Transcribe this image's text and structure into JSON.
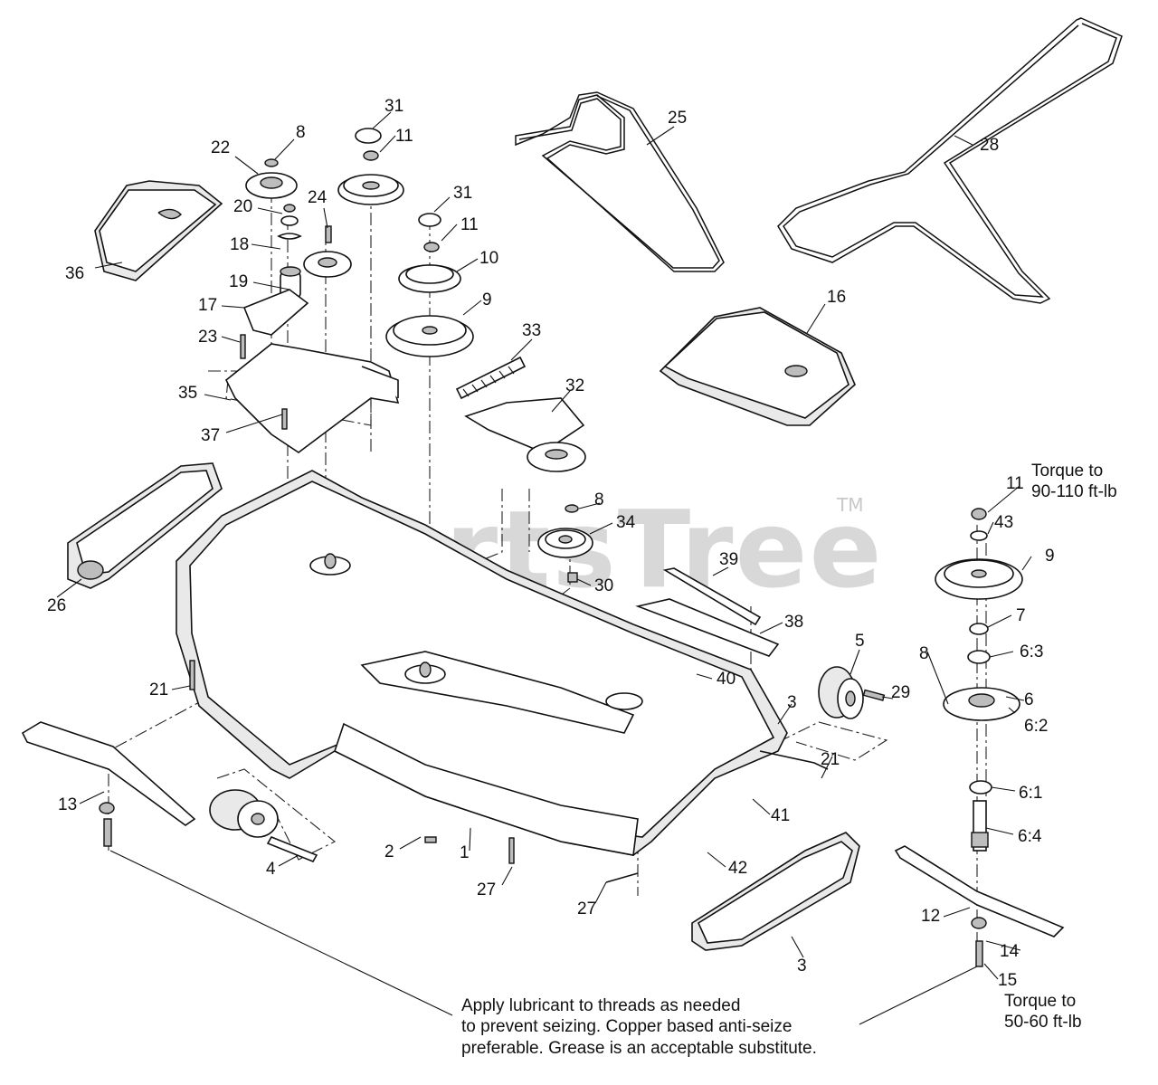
{
  "watermark": {
    "text": "PartsTree",
    "tm": "TM"
  },
  "callouts": [
    {
      "id": "31a",
      "text": "31"
    },
    {
      "id": "11a",
      "text": "11"
    },
    {
      "id": "22",
      "text": "22"
    },
    {
      "id": "8a",
      "text": "8"
    },
    {
      "id": "25",
      "text": "25"
    },
    {
      "id": "28",
      "text": "28"
    },
    {
      "id": "20",
      "text": "20"
    },
    {
      "id": "24",
      "text": "24"
    },
    {
      "id": "31b",
      "text": "31"
    },
    {
      "id": "11b",
      "text": "11"
    },
    {
      "id": "18",
      "text": "18"
    },
    {
      "id": "36",
      "text": "36"
    },
    {
      "id": "10",
      "text": "10"
    },
    {
      "id": "19",
      "text": "19"
    },
    {
      "id": "9a",
      "text": "9"
    },
    {
      "id": "17",
      "text": "17"
    },
    {
      "id": "16",
      "text": "16"
    },
    {
      "id": "33",
      "text": "33"
    },
    {
      "id": "23",
      "text": "23"
    },
    {
      "id": "35",
      "text": "35"
    },
    {
      "id": "32",
      "text": "32"
    },
    {
      "id": "37",
      "text": "37"
    },
    {
      "id": "11c",
      "text": "11"
    },
    {
      "id": "8b",
      "text": "8"
    },
    {
      "id": "34",
      "text": "34"
    },
    {
      "id": "43",
      "text": "43"
    },
    {
      "id": "30",
      "text": "30"
    },
    {
      "id": "39",
      "text": "39"
    },
    {
      "id": "9b",
      "text": "9"
    },
    {
      "id": "26",
      "text": "26"
    },
    {
      "id": "38",
      "text": "38"
    },
    {
      "id": "7",
      "text": "7"
    },
    {
      "id": "5",
      "text": "5"
    },
    {
      "id": "8c",
      "text": "8"
    },
    {
      "id": "6_3",
      "text": "6:3"
    },
    {
      "id": "40",
      "text": "40"
    },
    {
      "id": "21a",
      "text": "21"
    },
    {
      "id": "29",
      "text": "29"
    },
    {
      "id": "3a",
      "text": "3"
    },
    {
      "id": "6",
      "text": "6"
    },
    {
      "id": "6_2",
      "text": "6:2"
    },
    {
      "id": "21b",
      "text": "21"
    },
    {
      "id": "13",
      "text": "13"
    },
    {
      "id": "6_1",
      "text": "6:1"
    },
    {
      "id": "41",
      "text": "41"
    },
    {
      "id": "2",
      "text": "2"
    },
    {
      "id": "1",
      "text": "1"
    },
    {
      "id": "6_4",
      "text": "6:4"
    },
    {
      "id": "4",
      "text": "4"
    },
    {
      "id": "42",
      "text": "42"
    },
    {
      "id": "27a",
      "text": "27"
    },
    {
      "id": "27b",
      "text": "27"
    },
    {
      "id": "12",
      "text": "12"
    },
    {
      "id": "14",
      "text": "14"
    },
    {
      "id": "3b",
      "text": "3"
    },
    {
      "id": "15",
      "text": "15"
    }
  ],
  "notes": {
    "torque_top": [
      "Torque to",
      "90-110 ft-lb"
    ],
    "torque_bottom": [
      "Torque to",
      "50-60 ft-lb"
    ],
    "lubricant": [
      "Apply lubricant to threads as needed",
      "to prevent seizing. Copper based anti-seize",
      "preferable. Grease is an acceptable substitute."
    ]
  }
}
